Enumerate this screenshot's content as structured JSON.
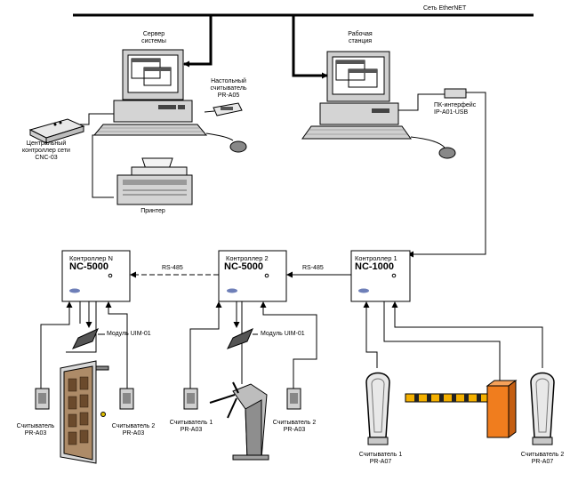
{
  "network": {
    "label": "Сеть EtherNET"
  },
  "server": {
    "label": [
      "Сервер",
      "системы"
    ]
  },
  "workstation": {
    "label": [
      "Рабочая",
      "станция"
    ]
  },
  "desk_reader": {
    "label": [
      "Настольный",
      "считыватель",
      "PR-A05"
    ]
  },
  "pc_interface": {
    "label": [
      "ПК-интерфейс",
      "IP-A01-USB"
    ]
  },
  "central_controller": {
    "label": [
      "Центральный",
      "контроллер сети",
      "CNC-03"
    ]
  },
  "printer": {
    "label": "Принтер"
  },
  "bus_label": "RS-485",
  "controllers": [
    {
      "title": "Контроллер N",
      "model": "NC-5000"
    },
    {
      "title": "Контроллер 2",
      "model": "NC-5000"
    },
    {
      "title": "Контроллер 1",
      "model": "NC-1000"
    }
  ],
  "modules": [
    {
      "label": "Модуль UIM-01"
    },
    {
      "label": "Модуль UIM-01"
    }
  ],
  "readers": [
    {
      "label": [
        "Считыватель",
        "PR-A03"
      ]
    },
    {
      "label": [
        "Считыватель 2",
        "PR-A03"
      ]
    },
    {
      "label": [
        "Считыватель 1",
        "PR-A03"
      ]
    },
    {
      "label": [
        "Считыватель 2",
        "PR-A03"
      ]
    },
    {
      "label": [
        "Считыватель 1",
        "PR-A07"
      ]
    },
    {
      "label": [
        "Считыватель 2",
        "PR-A07"
      ]
    }
  ]
}
